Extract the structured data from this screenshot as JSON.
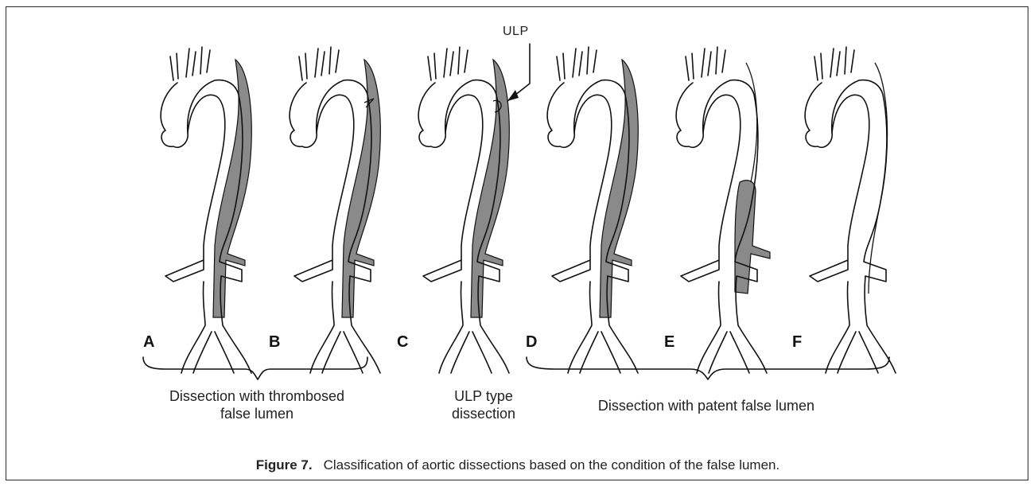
{
  "figure": {
    "number_label": "Figure 7.",
    "caption_text": "Classification of aortic dissections based on the condition of the false lumen."
  },
  "panels": [
    {
      "letter": "A",
      "false_lumen": "thrombosed"
    },
    {
      "letter": "B",
      "false_lumen": "thrombosed"
    },
    {
      "letter": "C",
      "false_lumen": "ulp"
    },
    {
      "letter": "D",
      "false_lumen": "patent"
    },
    {
      "letter": "E",
      "false_lumen": "patent"
    },
    {
      "letter": "F",
      "false_lumen": "patent"
    }
  ],
  "annotations": {
    "ulp_label": "ULP"
  },
  "groups": [
    {
      "caption_line1": "Dissection with thrombosed",
      "caption_line2": "false lumen"
    },
    {
      "caption_line1": "ULP type",
      "caption_line2": "dissection"
    },
    {
      "caption_line1": "Dissection with patent false lumen"
    }
  ],
  "colors": {
    "false_lumen_fill": "#8a8a8a",
    "outline": "#111111"
  }
}
